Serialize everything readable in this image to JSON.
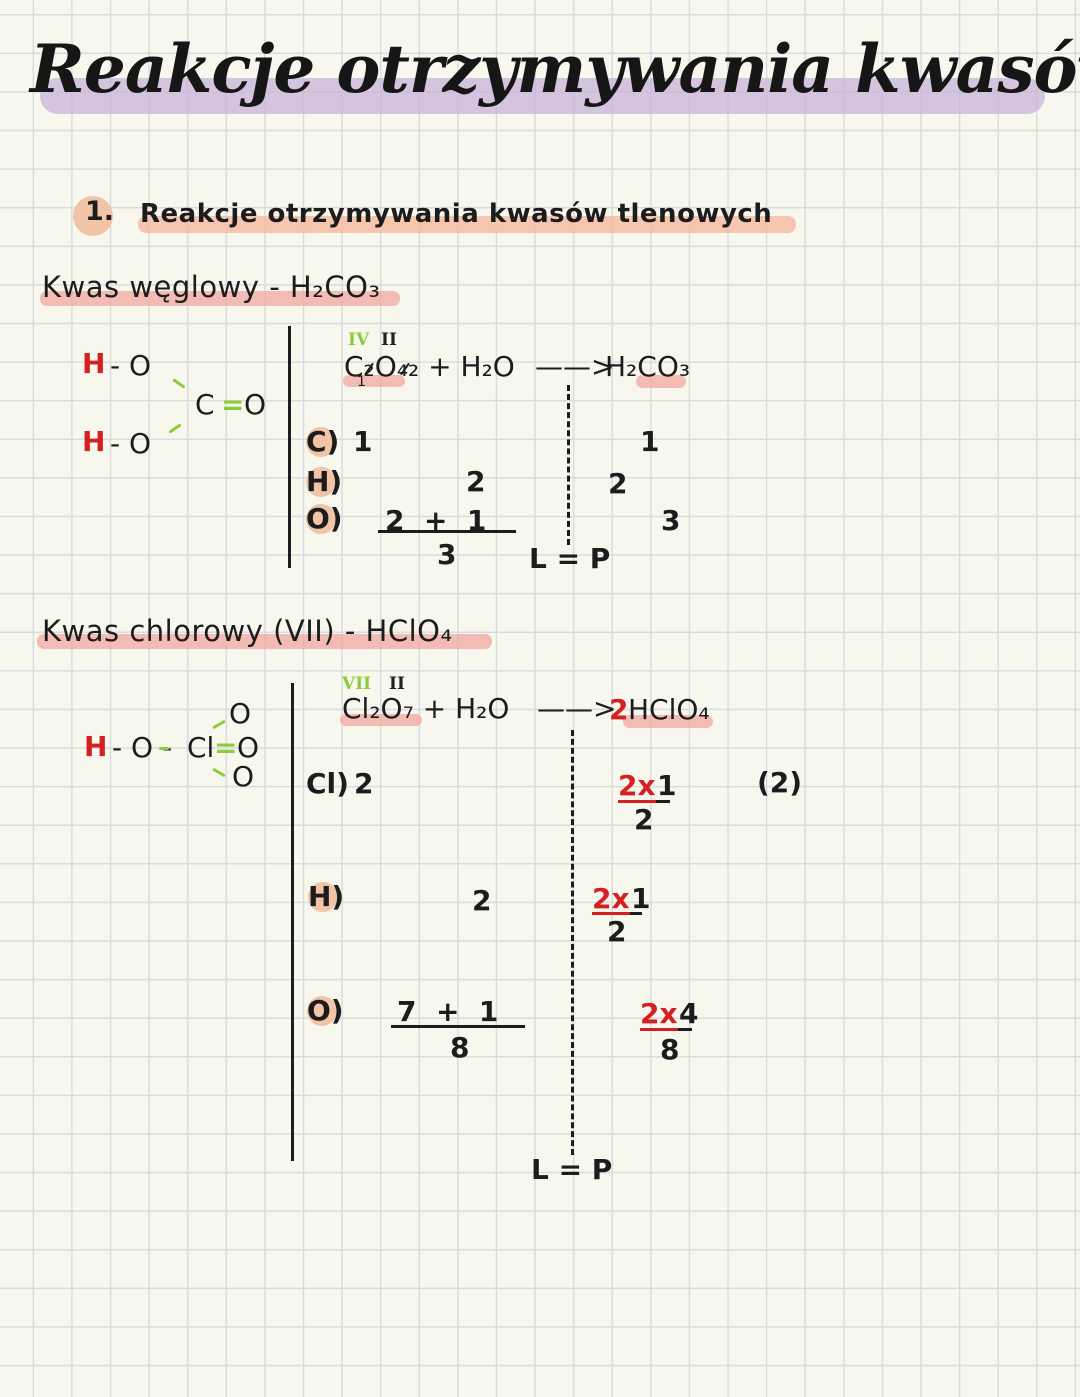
{
  "page_title": "Reakcje otrzymywania kwasów",
  "section": {
    "number": "1.",
    "title": "Reakcje otrzymywania kwasów tlenowych"
  },
  "carbonic": {
    "name": "Kwas węglowy - H₂CO₃",
    "structure": {
      "h1": "H",
      "o1": "- O",
      "h2": "H",
      "o2": "- O",
      "c": "C",
      "eq": "=",
      "o3": "O"
    },
    "valence_c": "IV",
    "valence_o": "II",
    "eq_left": "C₂O₄₂ + H₂O",
    "eq_sub": "1",
    "arrow": "——>",
    "eq_right": "H₂CO₃",
    "rows": [
      {
        "label": "C)",
        "left": "1",
        "right": "1"
      },
      {
        "label": "H)",
        "left": "2",
        "right": "2"
      },
      {
        "label": "O)",
        "left": "2  +  1",
        "left_total": "3",
        "right": "3"
      }
    ],
    "lp": "L = P"
  },
  "perchloric": {
    "name": "Kwas chlorowy (VII) - HClO₄",
    "structure": {
      "h": "H",
      "o": "- O -",
      "cl": "Cl",
      "eq": "=",
      "o_top": "O",
      "o_mid": "O",
      "o_bot": "O"
    },
    "valence_cl": "VII",
    "valence_o": "II",
    "eq_left": "Cl₂O₇ + H₂O",
    "arrow": "——>",
    "coef": "2",
    "eq_right": "HClO₄",
    "rows": [
      {
        "label": "Cl)",
        "left": "2",
        "right_mult": "2x",
        "right_val": "1",
        "right_total": "2",
        "note": "(2)"
      },
      {
        "label": "H)",
        "left": "2",
        "right_mult": "2x",
        "right_val": "1",
        "right_total": "2"
      },
      {
        "label": "O)",
        "left": "7  +  1",
        "left_total": "8",
        "right_mult": "2x",
        "right_val": "4",
        "right_total": "8"
      }
    ],
    "lp": "L = P"
  }
}
